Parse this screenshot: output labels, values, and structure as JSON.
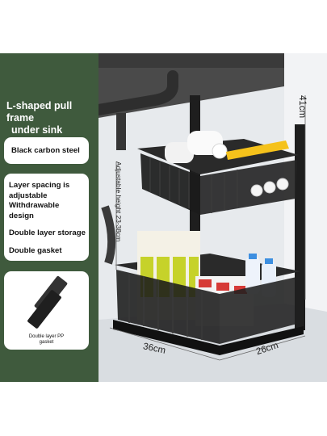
{
  "headline": {
    "line1": "L-shaped pull frame",
    "line2": "under sink"
  },
  "features": {
    "material": "Black carbon steel",
    "spacing_line1": "Layer spacing is",
    "spacing_line2": "adjustable",
    "withdrawable": "Withdrawable design",
    "double_layer": "Double layer storage",
    "gasket": "Double gasket"
  },
  "gasket_card": {
    "caption_line1": "Double layer PP",
    "caption_line2": "gasket"
  },
  "dimensions": {
    "height": "41cm",
    "width": "36cm",
    "depth": "26cm",
    "adjustable": "Adjustable height 23-38cm"
  },
  "colors": {
    "panel": "#3f5a3d",
    "frame": "#1e1e1e",
    "background": "#e9ecef"
  }
}
